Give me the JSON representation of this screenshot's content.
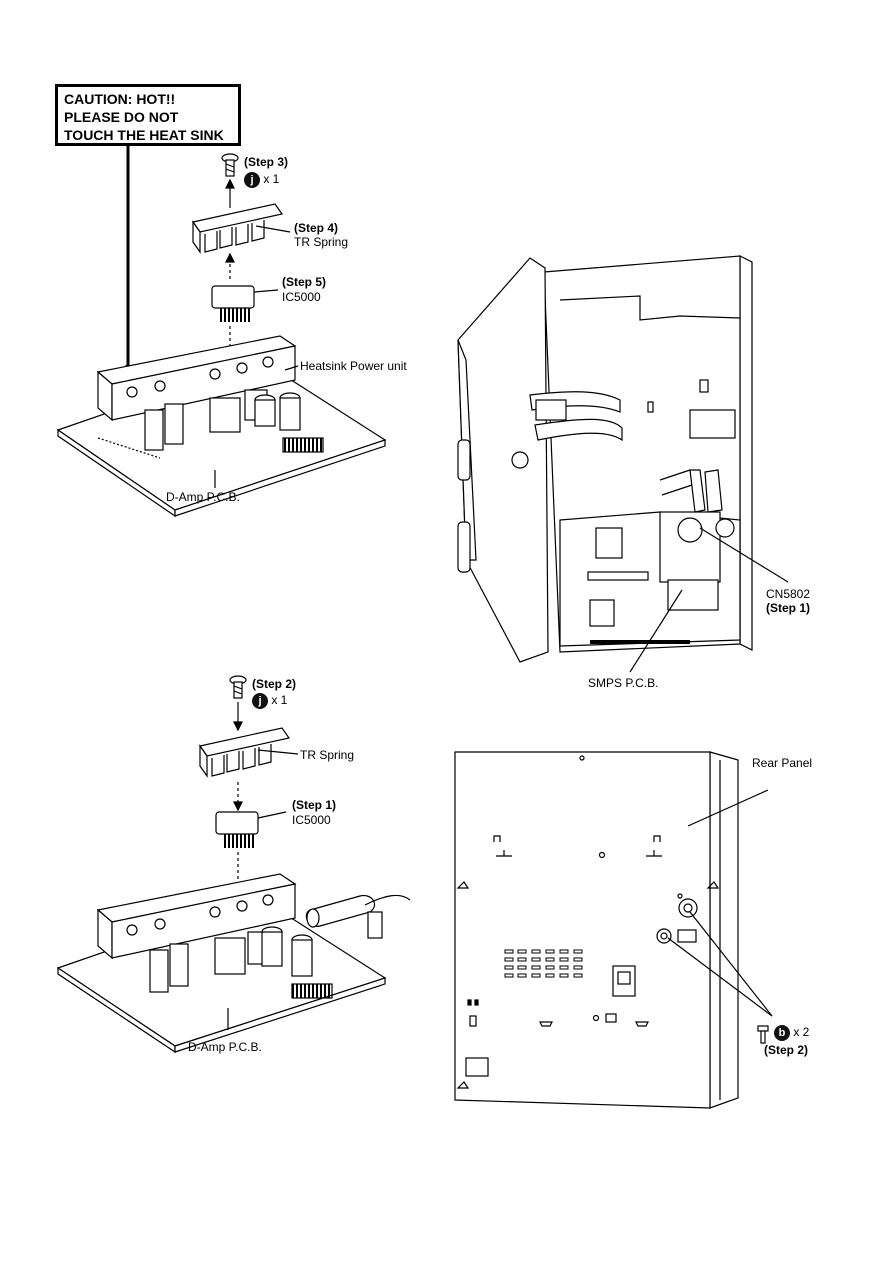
{
  "caution": {
    "line1": "CAUTION: HOT!!",
    "line2": "PLEASE DO NOT",
    "line3": "TOUCH THE HEAT SINK"
  },
  "top_left": {
    "step3": "(Step 3)",
    "screw_letter": "j",
    "screw_qty": "x 1",
    "step4": "(Step 4)",
    "tr_spring": "TR Spring",
    "step5": "(Step 5)",
    "ic": "IC5000",
    "heatsink": "Heatsink Power unit",
    "pcb": "D-Amp P.C.B."
  },
  "bottom_left": {
    "step2": "(Step 2)",
    "screw_letter": "j",
    "screw_qty": "x 1",
    "tr_spring": "TR Spring",
    "step1": "(Step 1)",
    "ic": "IC5000",
    "pcb": "D-Amp P.C.B."
  },
  "top_right": {
    "connector": "CN5802",
    "step1": "(Step 1)",
    "smps": "SMPS P.C.B."
  },
  "bottom_right": {
    "rear_panel": "Rear Panel",
    "screw_letter": "b",
    "screw_qty": "x 2",
    "step2": "(Step 2)"
  }
}
